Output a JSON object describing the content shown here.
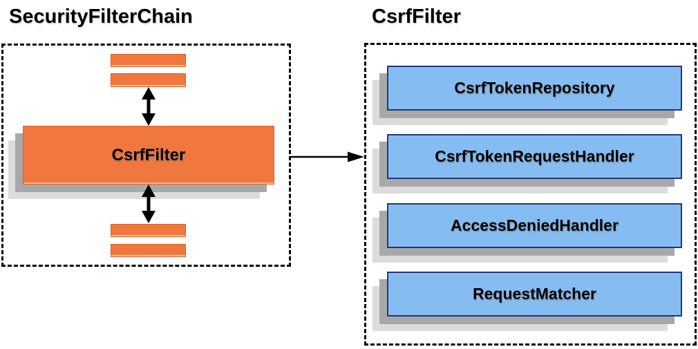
{
  "diagram": {
    "left": {
      "title": "SecurityFilterChain",
      "filter_box_label": "CsrfFilter"
    },
    "right": {
      "title": "CsrfFilter",
      "components": [
        "CsrfTokenRepository",
        "CsrfTokenRequestHandler",
        "AccessDeniedHandler",
        "RequestMatcher"
      ]
    },
    "colors": {
      "orange_fill": "#F0773E",
      "orange_border": "#DC5F20",
      "blue_fill": "#85BDF2",
      "blue_border": "#24367C",
      "shadow_dark": "#A8A8A8",
      "shadow_light": "#DCDCDC",
      "dashed_border": "#000000",
      "arrow": "#000000",
      "text": "#000000"
    }
  }
}
